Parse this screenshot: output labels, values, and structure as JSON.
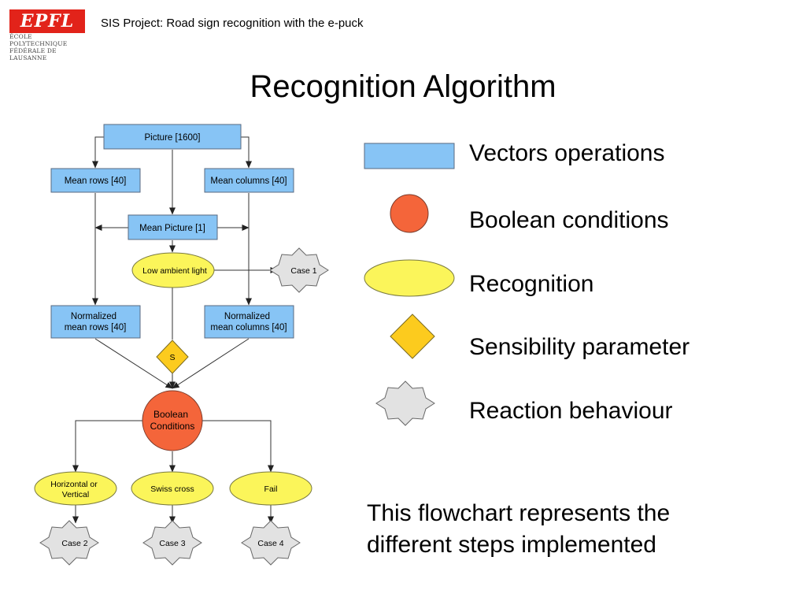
{
  "header": {
    "logo_text": "EPFL",
    "logo_line1": "ÉCOLE POLYTECHNIQUE",
    "logo_line2": "FÉDÉRALE DE LAUSANNE",
    "project_title": "SIS Project: Road sign recognition with the e-puck"
  },
  "slide": {
    "title": "Recognition Algorithm"
  },
  "flowchart": {
    "picture": "Picture [1600]",
    "mean_rows": "Mean rows [40]",
    "mean_columns": "Mean columns [40]",
    "mean_picture": "Mean Picture [1]",
    "low_ambient_light": "Low ambient light",
    "case1": "Case 1",
    "norm_rows_line1": "Normalized",
    "norm_rows_line2": "mean rows [40]",
    "norm_cols_line1": "Normalized",
    "norm_cols_line2": "mean columns [40]",
    "s_param": "S",
    "boolean_line1": "Boolean",
    "boolean_line2": "Conditions",
    "horiz_line1": "Horizontal or",
    "horiz_line2": "Vertical",
    "swiss_cross": "Swiss cross",
    "fail": "Fail",
    "case2": "Case 2",
    "case3": "Case 3",
    "case4": "Case 4"
  },
  "legend": {
    "vectors": "Vectors operations",
    "boolean": "Boolean conditions",
    "recognition": "Recognition",
    "sensibility": "Sensibility parameter",
    "reaction": "Reaction behaviour"
  },
  "caption": {
    "line1": "This flowchart represents the",
    "line2": "different steps implemented"
  },
  "colors": {
    "vector_box": "#87c4f5",
    "boolean_circle": "#f4653a",
    "recognition_ellipse": "#fbf55a",
    "sensibility_diamond": "#fccb1e",
    "reaction_star": "#e2e2e2",
    "logo_red": "#e2231a"
  }
}
